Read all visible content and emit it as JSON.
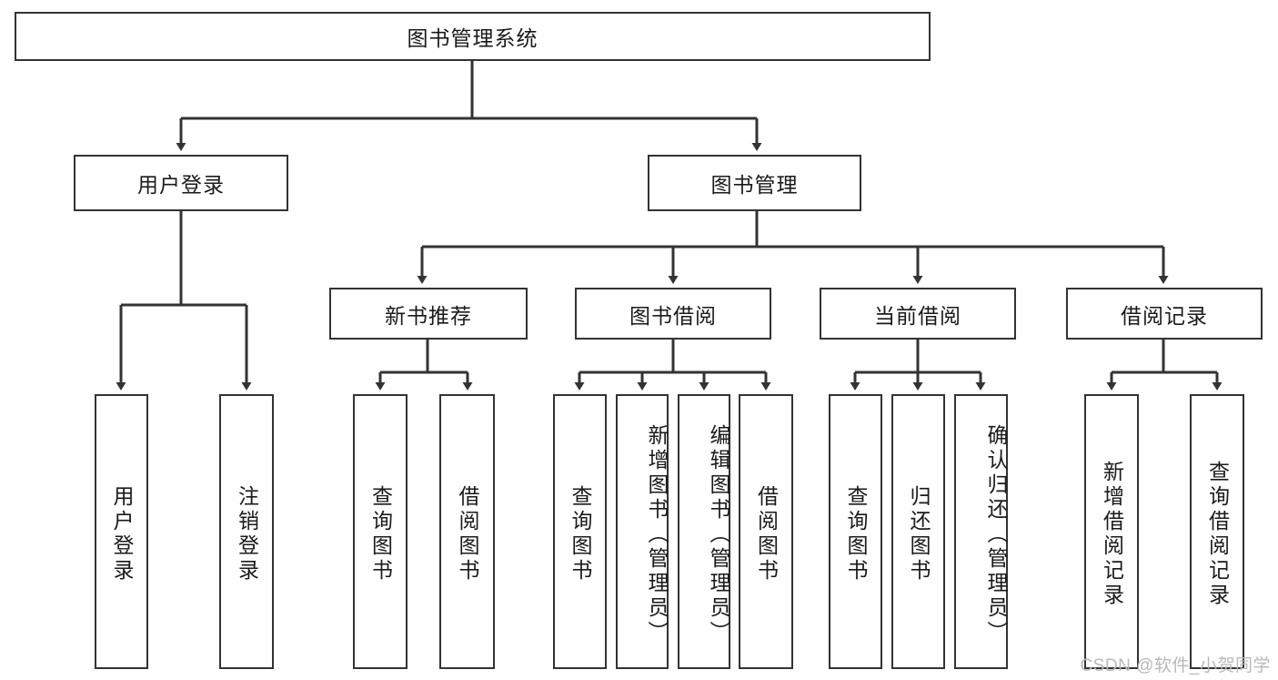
{
  "diagram": {
    "type": "tree-hierarchy",
    "title": "图书管理系统",
    "watermark": "CSDN @软件_小贺同学",
    "colors": {
      "stroke": "#333333",
      "box_fill": "#ffffff",
      "text": "#1a1a1a",
      "watermark": "#b9b9b9",
      "background": "#ffffff"
    },
    "levels": [
      {
        "level": 1,
        "nodes": [
          {
            "id": "root",
            "label": "图书管理系统",
            "orientation": "horizontal"
          }
        ]
      },
      {
        "level": 2,
        "nodes": [
          {
            "id": "login",
            "label": "用户登录",
            "orientation": "horizontal",
            "parent": "root"
          },
          {
            "id": "bookmgmt",
            "label": "图书管理",
            "orientation": "horizontal",
            "parent": "root"
          }
        ]
      },
      {
        "level": 3,
        "nodes": [
          {
            "id": "newbooks",
            "label": "新书推荐",
            "orientation": "horizontal",
            "parent": "bookmgmt"
          },
          {
            "id": "borrow",
            "label": "图书借阅",
            "orientation": "horizontal",
            "parent": "bookmgmt"
          },
          {
            "id": "current",
            "label": "当前借阅",
            "orientation": "horizontal",
            "parent": "bookmgmt"
          },
          {
            "id": "records",
            "label": "借阅记录",
            "orientation": "horizontal",
            "parent": "bookmgmt"
          }
        ]
      },
      {
        "level": 4,
        "nodes": [
          {
            "id": "leaf-user-login",
            "label": "用户登录",
            "orientation": "vertical",
            "parent": "login"
          },
          {
            "id": "leaf-user-logout",
            "label": "注销登录",
            "orientation": "vertical",
            "parent": "login"
          },
          {
            "id": "leaf-query-book-1",
            "label": "查询图书",
            "orientation": "vertical",
            "parent": "newbooks"
          },
          {
            "id": "leaf-borrow-book-1",
            "label": "借阅图书",
            "orientation": "vertical",
            "parent": "newbooks"
          },
          {
            "id": "leaf-query-book-2",
            "label": "查询图书",
            "orientation": "vertical",
            "parent": "borrow"
          },
          {
            "id": "leaf-add-book",
            "label": "新增图书（管理员）",
            "orientation": "vertical",
            "parent": "borrow"
          },
          {
            "id": "leaf-edit-book",
            "label": "编辑图书（管理员）",
            "orientation": "vertical",
            "parent": "borrow"
          },
          {
            "id": "leaf-borrow-book-2",
            "label": "借阅图书",
            "orientation": "vertical",
            "parent": "borrow"
          },
          {
            "id": "leaf-query-book-3",
            "label": "查询图书",
            "orientation": "vertical",
            "parent": "current"
          },
          {
            "id": "leaf-return-book",
            "label": "归还图书",
            "orientation": "vertical",
            "parent": "current"
          },
          {
            "id": "leaf-confirm-return",
            "label": "确认归还（管理员）",
            "orientation": "vertical",
            "parent": "current"
          },
          {
            "id": "leaf-add-record",
            "label": "新增借阅记录",
            "orientation": "vertical",
            "parent": "records"
          },
          {
            "id": "leaf-query-record",
            "label": "查询借阅记录",
            "orientation": "vertical",
            "parent": "records"
          }
        ]
      }
    ]
  },
  "nodes": {
    "root": "图书管理系统",
    "login": "用户登录",
    "bookmgmt": "图书管理",
    "newbooks": "新书推荐",
    "borrow": "图书借阅",
    "current": "当前借阅",
    "records": "借阅记录",
    "leaf_user_login": "用户登录",
    "leaf_user_logout": "注销登录",
    "leaf_query_book_1": "查询图书",
    "leaf_borrow_book_1": "借阅图书",
    "leaf_query_book_2": "查询图书",
    "leaf_add_book": "新增图书（管理员）",
    "leaf_edit_book": "编辑图书（管理员）",
    "leaf_borrow_book_2": "借阅图书",
    "leaf_query_book_3": "查询图书",
    "leaf_return_book": "归还图书",
    "leaf_confirm_return": "确认归还（管理员）",
    "leaf_add_record": "新增借阅记录",
    "leaf_query_record": "查询借阅记录"
  },
  "watermark": {
    "text": "CSDN @软件_小贺同学"
  }
}
